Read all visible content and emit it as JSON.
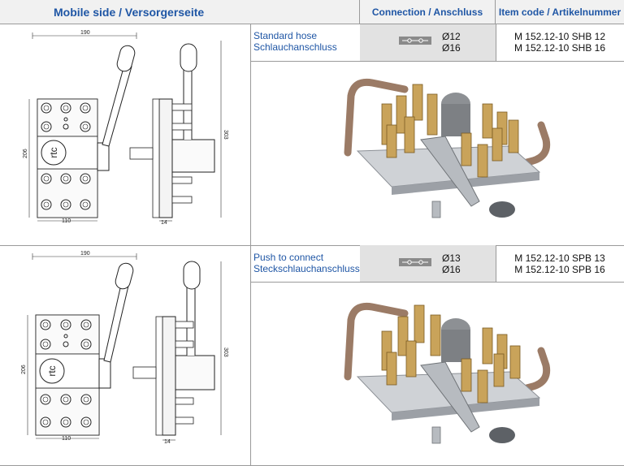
{
  "header": {
    "title": "Mobile side / Versorgerseite",
    "connection": "Connection / Anschluss",
    "item_code": "Item code / Artikelnummer"
  },
  "rows": [
    {
      "type_en": "Standard hose",
      "type_de": "Schlauchanschluss",
      "diameters": [
        "Ø12",
        "Ø16"
      ],
      "codes": [
        "M 152.12-10 SHB 12",
        "M 152.12-10 SHB 16"
      ],
      "drawing": {
        "dim_width": "190",
        "dim_height": "206",
        "dim_base": "110",
        "dim_side_height": "303",
        "dim_side": "14",
        "logo_text": "rtc"
      }
    },
    {
      "type_en": "Push to connect",
      "type_de": "Steckschlauchanschluss",
      "diameters": [
        "Ø13",
        "Ø16"
      ],
      "codes": [
        "M 152.12-10 SPB 13",
        "M 152.12-10 SPB 16"
      ],
      "drawing": {
        "dim_width": "190",
        "dim_height": "206",
        "dim_base": "110",
        "dim_side_height": "303",
        "dim_side": "14",
        "logo_text": "rtc"
      }
    }
  ],
  "colors": {
    "accent": "#1f56a5",
    "header_bg": "#f1f1f1",
    "connection_bg": "#e2e2e2",
    "brass": "#c9a35a",
    "frame": "#a07a5c"
  },
  "icons": [
    "connection-symbol-icon"
  ]
}
